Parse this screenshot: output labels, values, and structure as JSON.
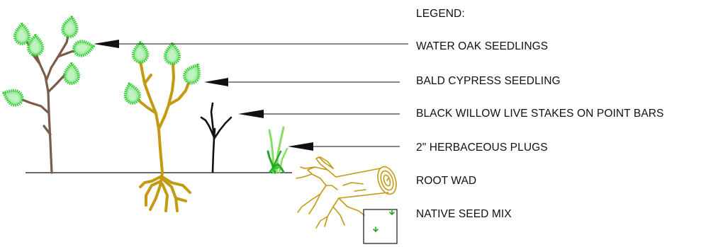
{
  "legend": {
    "title": "LEGEND:",
    "items": [
      {
        "key": "water-oak",
        "label": "WATER OAK SEEDLINGS"
      },
      {
        "key": "bald-cypress",
        "label": "BALD CYPRESS SEEDLING"
      },
      {
        "key": "black-willow",
        "label": "BLACK WILLOW LIVE STAKES ON POINT BARS"
      },
      {
        "key": "herbaceous",
        "label": "2\" HERBACEOUS PLUGS"
      },
      {
        "key": "root-wad",
        "label": "ROOT WAD"
      },
      {
        "key": "seed-mix",
        "label": "NATIVE SEED MIX"
      }
    ]
  },
  "colors": {
    "oak_branch": "#7a5c48",
    "cypress_branch": "#c49a12",
    "willow_stake": "#111111",
    "foliage": "#33cc33",
    "foliage_fill": "#a6eba6",
    "plug_dark": "#22aa22",
    "plug_light": "#88dd66",
    "root_wad": "#c49a12",
    "seed_mark": "#22aa22",
    "line": "#111111"
  }
}
